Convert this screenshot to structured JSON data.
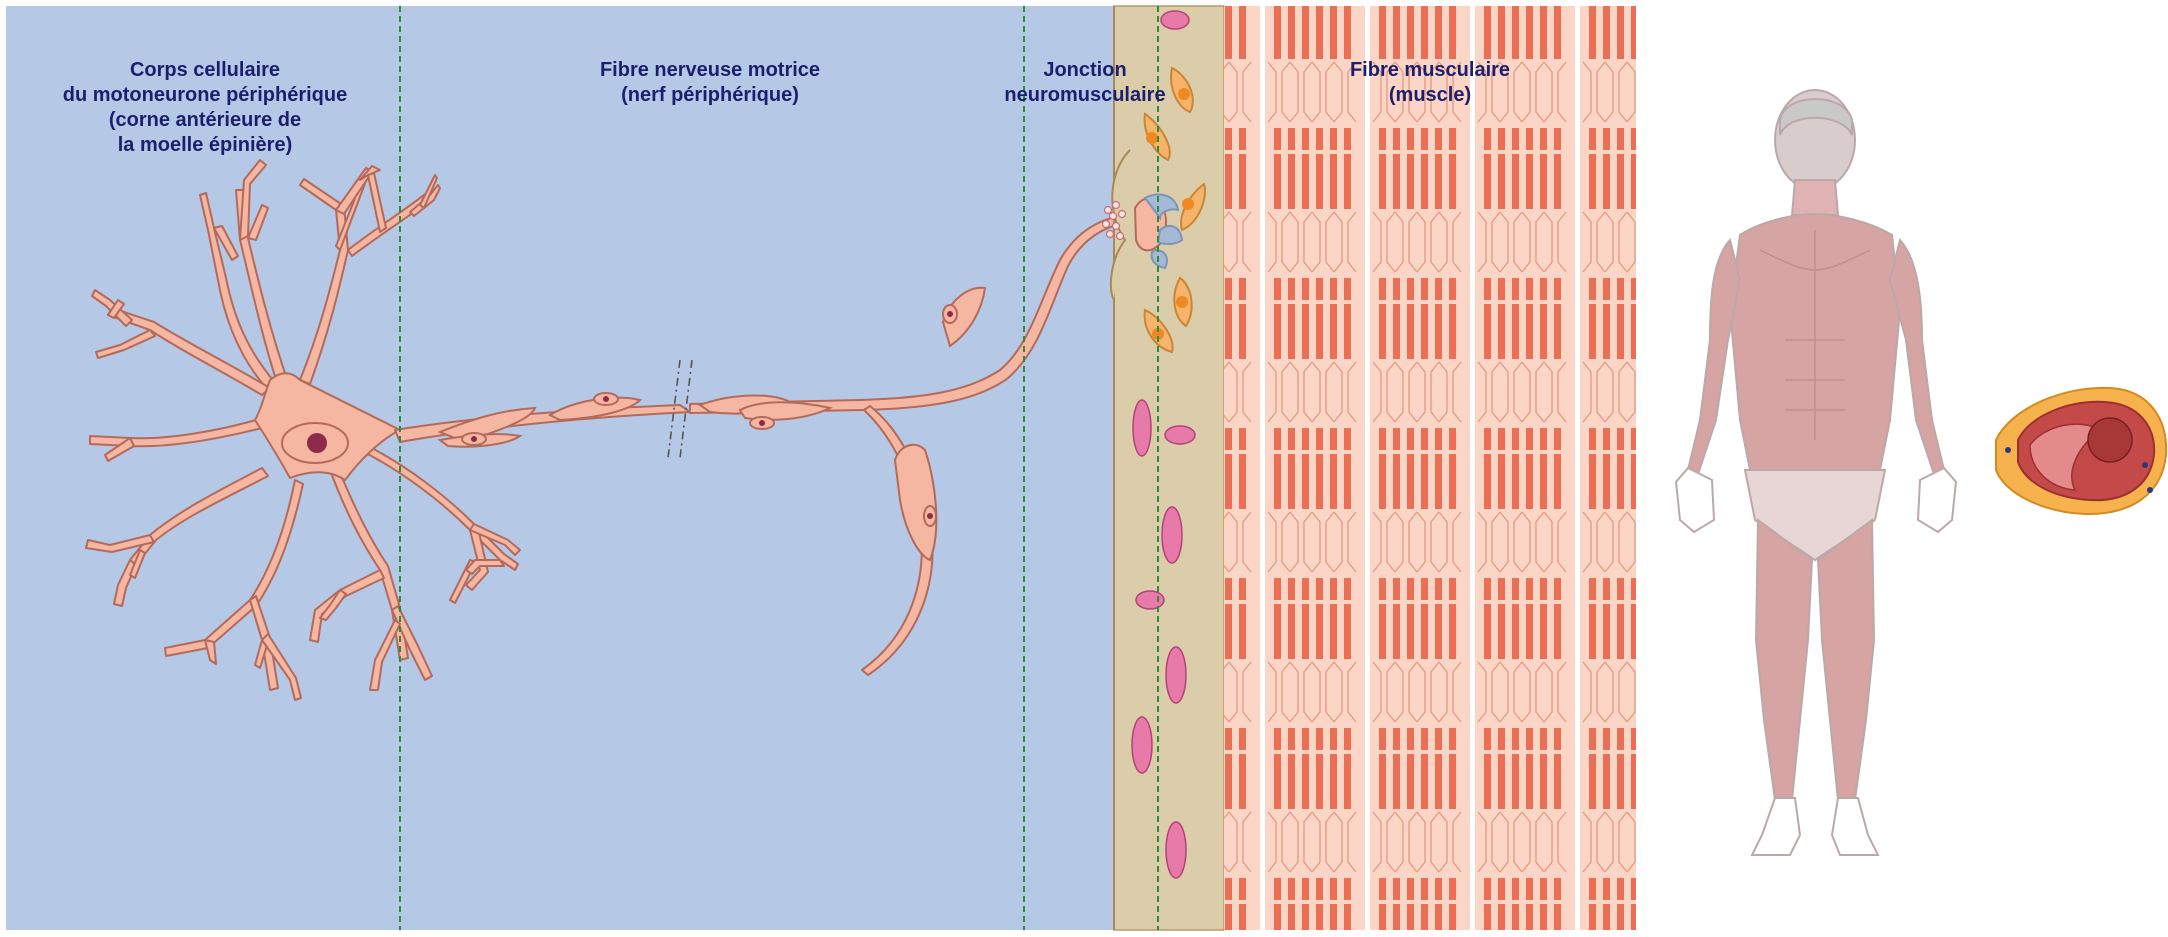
{
  "labels": {
    "cell_body": [
      "Corps cellulaire",
      "du motoneurone périphérique",
      "(corne antérieure de",
      "la moelle épinière)"
    ],
    "nerve_fiber": [
      "Fibre nerveuse motrice",
      "(nerf périphérique)"
    ],
    "junction": [
      "Jonction",
      "neuromusculaire"
    ],
    "muscle_fiber": [
      "Fibre musculaire",
      "(muscle)"
    ]
  },
  "colors": {
    "background_panel": "#b5c8e6",
    "neuron_fill": "#f6b7a2",
    "neuron_stroke": "#b46a5a",
    "nucleus": "#8e2a4a",
    "divider_dashed": "#2e8b3a",
    "junction_band": "#dccdaa",
    "schwann_cell": "#f5b46a",
    "mitochondria": "#e77aa8",
    "muscle_fiber_bg": "#fbd5c5",
    "myofibril": "#ea6f55",
    "body_muscle": "#d7a4a4",
    "heart": "#c44a4a"
  },
  "icons": [
    "neuron-diagram",
    "human-body-muscle-icon",
    "muscle-cross-section-icon"
  ]
}
